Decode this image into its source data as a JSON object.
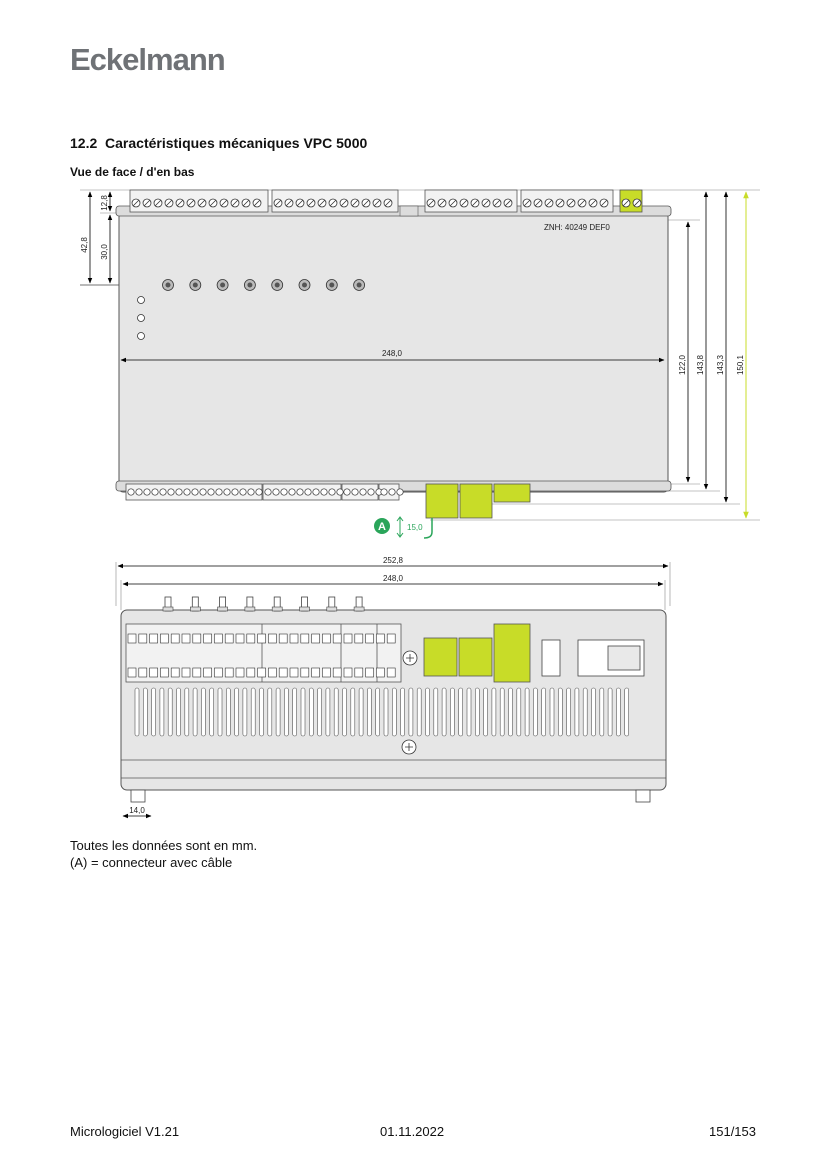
{
  "header": {
    "logo": "Eckelmann"
  },
  "section": {
    "number": "12.2",
    "title": "Caractéristiques mécaniques VPC 5000",
    "view_title": "Vue de face / d'en bas"
  },
  "front_view": {
    "device_label": "ZNH: 40249 DEF0",
    "dims": {
      "top_strip": "12,8",
      "led_offset": "30,0",
      "led_total": "42,8",
      "width": "248,0",
      "h1": "122,0",
      "h2": "143,8",
      "h3": "143,3",
      "h4": "150,1",
      "connector_extra": "15,0"
    },
    "marker": "A"
  },
  "bottom_view": {
    "dims": {
      "outer_width": "252,8",
      "inner_width": "248,0",
      "foot": "14,0"
    }
  },
  "notes": {
    "line1": "Toutes les données sont en mm.",
    "line2": "(A) = connecteur avec câble"
  },
  "footer": {
    "left": "Micrologiciel V1.21",
    "center": "01.11.2022",
    "right": "151/153"
  },
  "colors": {
    "accent_green": "#c8dc28",
    "marker_green": "#2aa55a",
    "housing_grey": "#e6e6e6",
    "logo_grey": "#6f7276"
  }
}
